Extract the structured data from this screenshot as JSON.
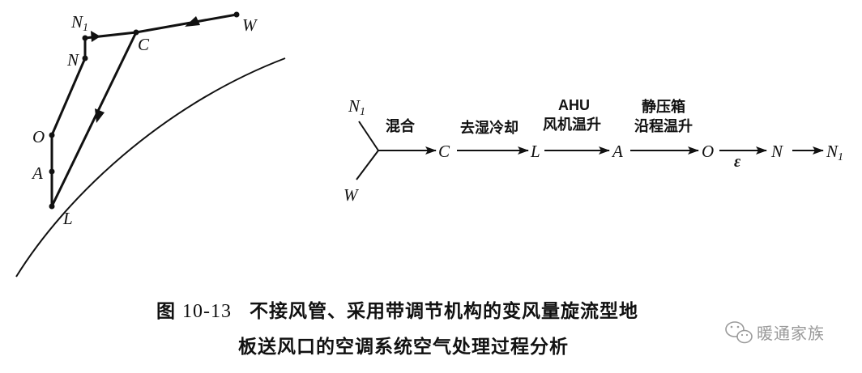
{
  "left_diagram": {
    "points": {
      "N1": {
        "base": "N",
        "sub": "1"
      },
      "W": "W",
      "C": "C",
      "N": "N",
      "O": "O",
      "A": "A",
      "L": "L"
    }
  },
  "flow_diagram": {
    "N1": {
      "base": "N",
      "sub": "1"
    },
    "W": "W",
    "mix_label": "混合",
    "C": "C",
    "dehumid_label": "去湿冷却",
    "L": "L",
    "ahu_label_1": "AHU",
    "ahu_label_2": "风机温升",
    "A": "A",
    "static_label_1": "静压箱",
    "static_label_2": "沿程温升",
    "O": "O",
    "epsilon": "ε",
    "N": "N",
    "N1_end": {
      "base": "N",
      "sub": "1"
    }
  },
  "caption": {
    "prefix": "图",
    "number": "10-13",
    "line1": "不接风管、采用带调节机构的变风量旋流型地",
    "line2": "板送风口的空调系统空气处理过程分析"
  },
  "watermark": {
    "icon": "wechat-icon",
    "text": "暖通家族"
  },
  "colors": {
    "ink": "#111111",
    "watermark": "#9a9a9a"
  }
}
